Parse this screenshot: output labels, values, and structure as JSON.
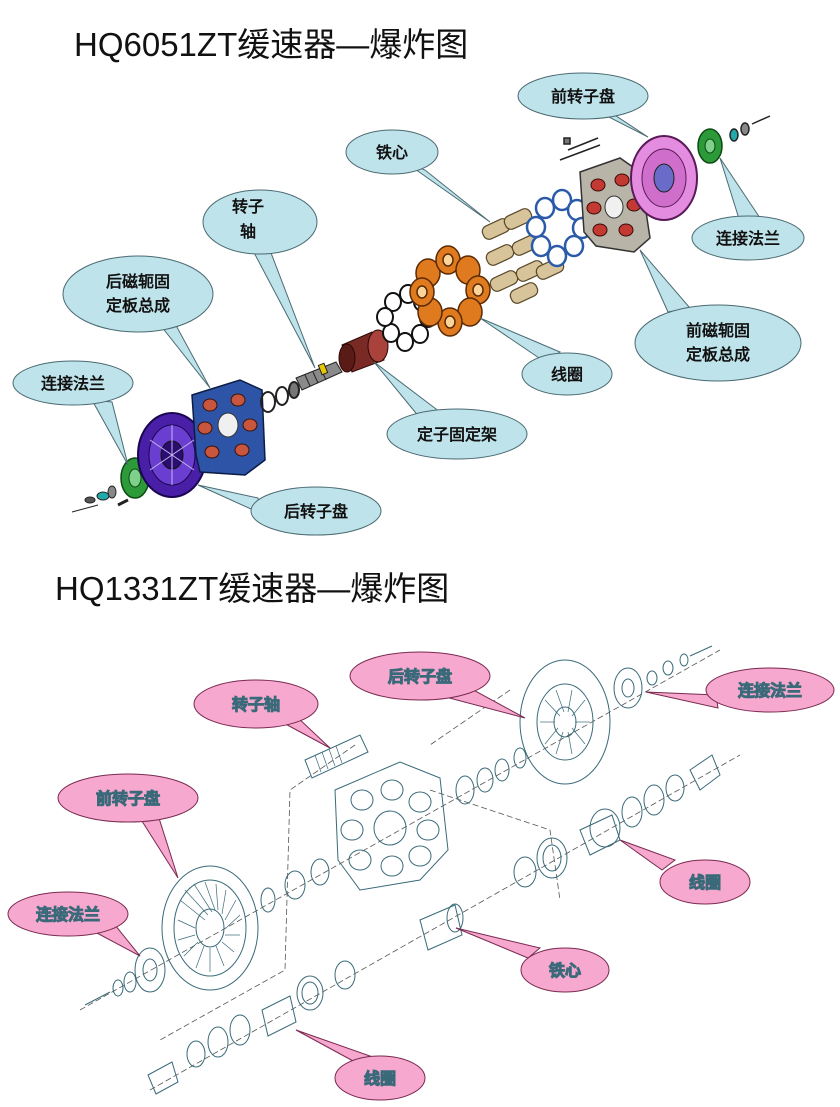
{
  "titles": {
    "top": "HQ6051ZT缓速器—爆炸图",
    "bottom": "HQ1331ZT缓速器—爆炸图"
  },
  "diagram1": {
    "bubble_color": "#bfe3ea",
    "labels": {
      "front_rotor_disc": "前转子盘",
      "iron_core": "铁心",
      "rotor_shaft_1": "转子",
      "rotor_shaft_2": "轴",
      "rear_yoke_plate_1": "后磁轭固",
      "rear_yoke_plate_2": "定板总成",
      "connecting_flange_right": "连接法兰",
      "front_yoke_plate_1": "前磁轭固",
      "front_yoke_plate_2": "定板总成",
      "coil": "线圈",
      "connecting_flange_left": "连接法兰",
      "stator_bracket": "定子固定架",
      "rear_rotor_disc": "后转子盘"
    }
  },
  "diagram2": {
    "bubble_color": "#f7a8cf",
    "labels": {
      "rear_rotor_disc": "后转子盘",
      "rotor_shaft": "转子轴",
      "connecting_flange_right": "连接法兰",
      "front_rotor_disc": "前转子盘",
      "coil_right": "线圈",
      "connecting_flange_left": "连接法兰",
      "iron_core": "铁心",
      "coil_bottom": "线圈"
    }
  }
}
